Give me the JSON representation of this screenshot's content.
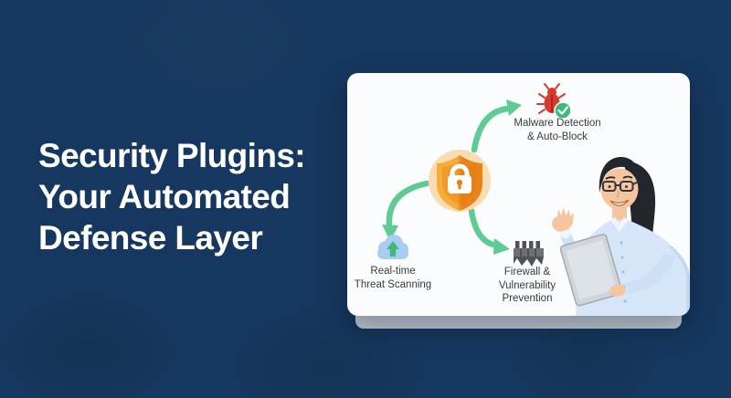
{
  "title": {
    "lines": [
      "Security Plugins:",
      "Your Automated",
      "Defense Layer"
    ]
  },
  "colors": {
    "background_navy": "#16375f",
    "title_text": "#ffffff",
    "card": "#fbfcfd",
    "card_base_bar": "#b9c5d1",
    "arrow_green": "#5ecb92",
    "check_green": "#3fba7d",
    "bug_red": "#d8392c",
    "shield_circle": "#f9dcb2",
    "shield_orange_light": "#f7ab38",
    "shield_orange_dark": "#e8821a",
    "lock_white": "#ffffff",
    "cloud_blue": "#a9cdf2",
    "cloud_arrow_green": "#44b87b",
    "firewall_gray": "#4f5357",
    "label_text": "#3b3b3b"
  },
  "diagram": {
    "center_icon": "shield-lock",
    "nodes": [
      {
        "id": "malware",
        "icon": "bug-with-check",
        "line1": "Malware Detection",
        "line2": "& Auto-Block"
      },
      {
        "id": "realtime",
        "icon": "cloud-upload",
        "line1": "Real-time",
        "line2": "Threat Scanning"
      },
      {
        "id": "firewall",
        "icon": "firewall-wall",
        "line1": "Firewall &",
        "line2": "Vulnerability",
        "line3": "Prevention"
      }
    ],
    "illustration": "woman-with-tablet"
  }
}
